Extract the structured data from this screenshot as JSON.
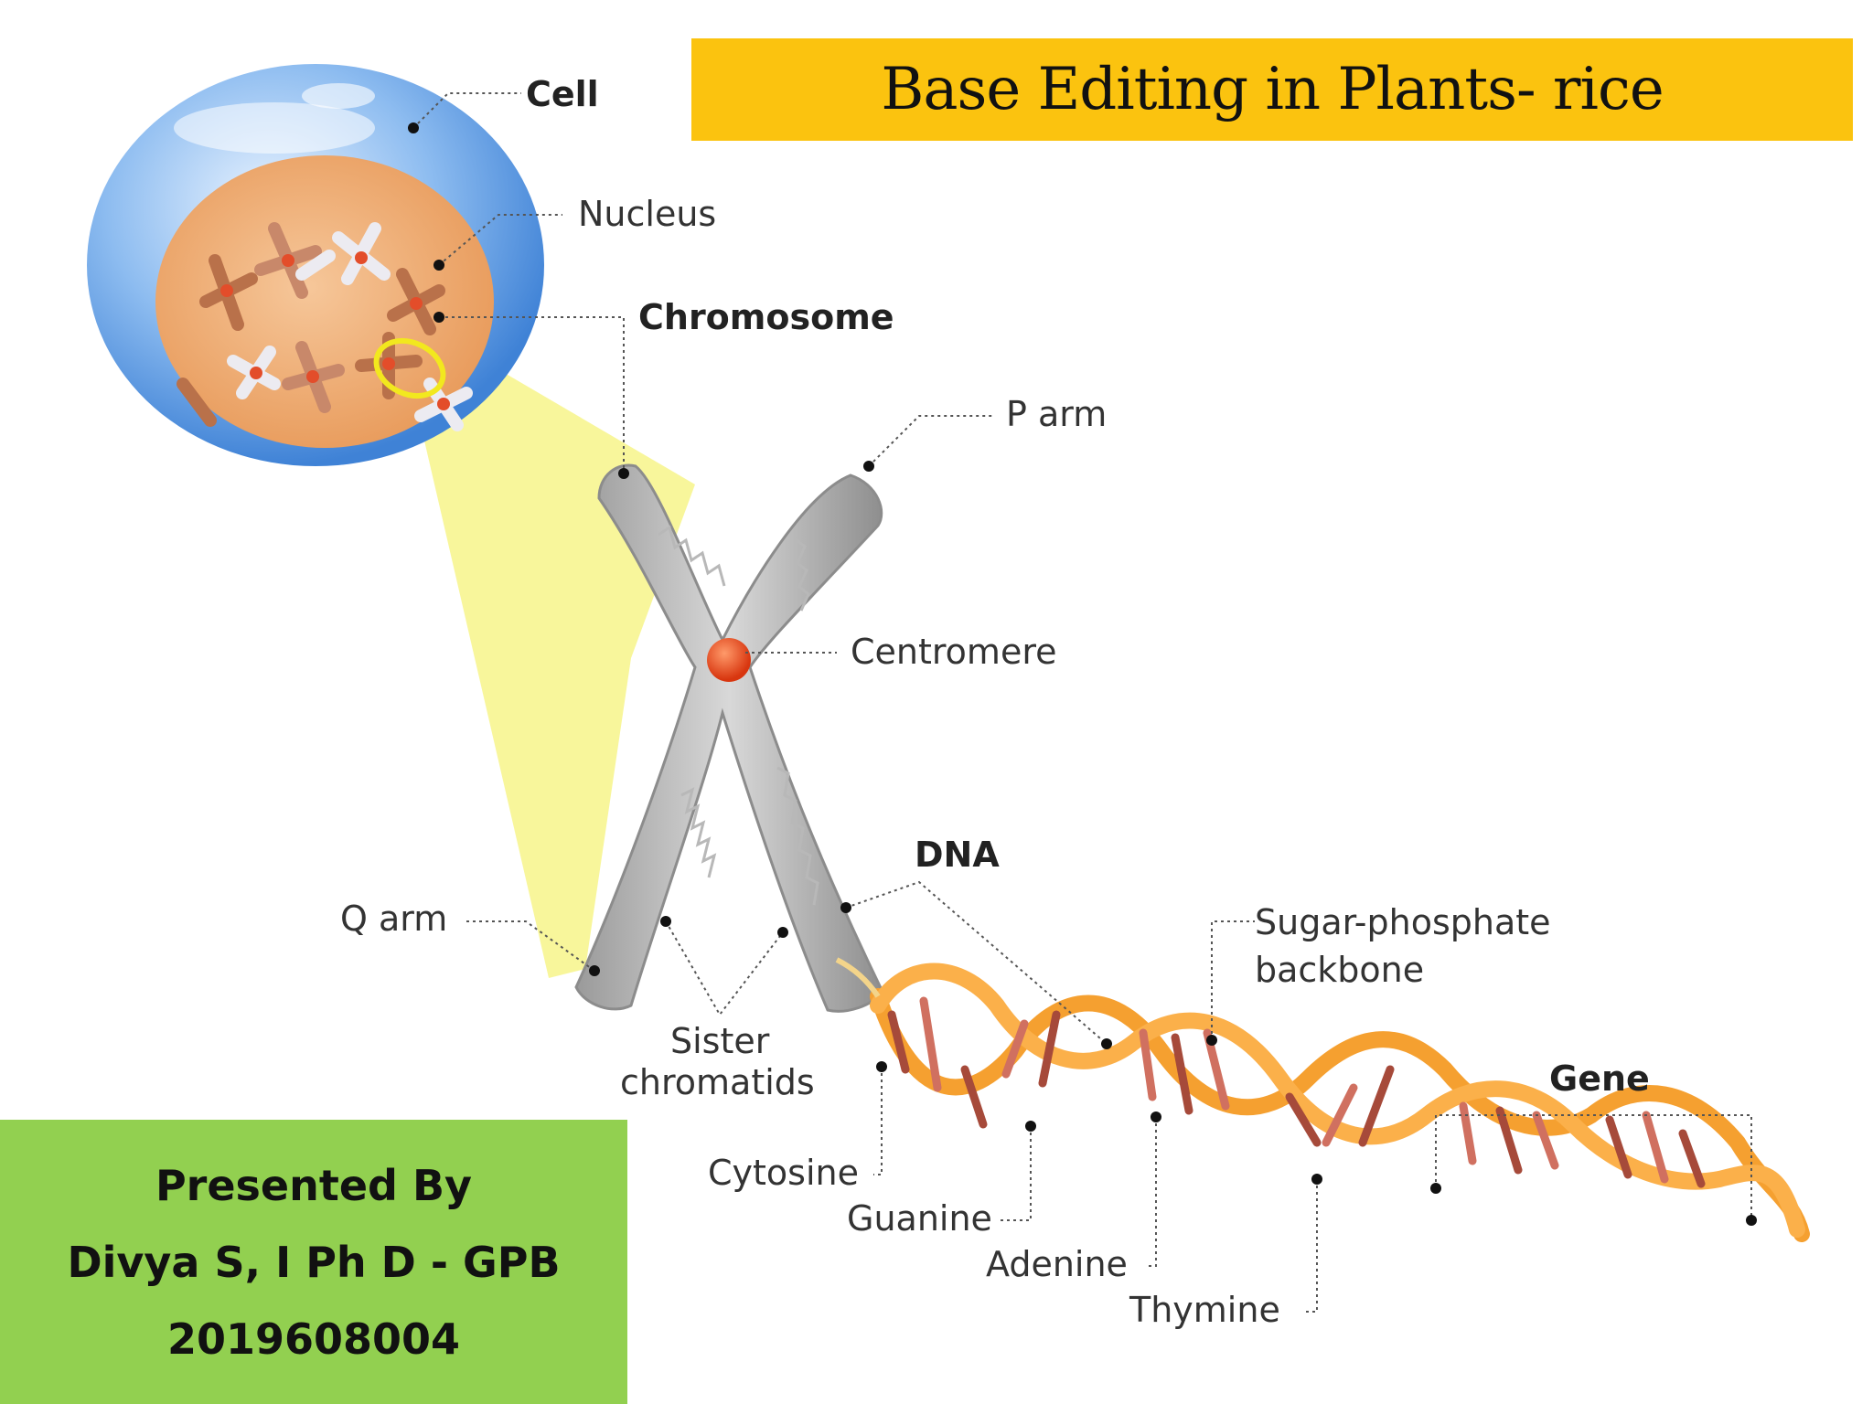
{
  "slide": {
    "title": "Base Editing in Plants- rice",
    "presenter": {
      "heading": "Presented By",
      "name": "Divya S, I Ph D - GPB",
      "id": "2019608004"
    }
  },
  "diagram": {
    "labels": {
      "cell": "Cell",
      "nucleus": "Nucleus",
      "chromosome": "Chromosome",
      "p_arm": "P arm",
      "centromere": "Centromere",
      "dna": "DNA",
      "q_arm": "Q arm",
      "sister_chromatids_1": "Sister",
      "sister_chromatids_2": "chromatids",
      "sugar_phosphate_1": "Sugar-phosphate",
      "sugar_phosphate_2": "backbone",
      "gene": "Gene",
      "cytosine": "Cytosine",
      "guanine": "Guanine",
      "adenine": "Adenine",
      "thymine": "Thymine"
    }
  },
  "colors": {
    "title_bar": "#fbc30f",
    "presenter_box": "#92d050",
    "cell_blue": "#5b9be0",
    "nucleus_orange": "#f0a868",
    "dna_orange": "#f5a030",
    "centromere_red": "#e8431a",
    "highlight_yellow": "#f7f48a"
  }
}
